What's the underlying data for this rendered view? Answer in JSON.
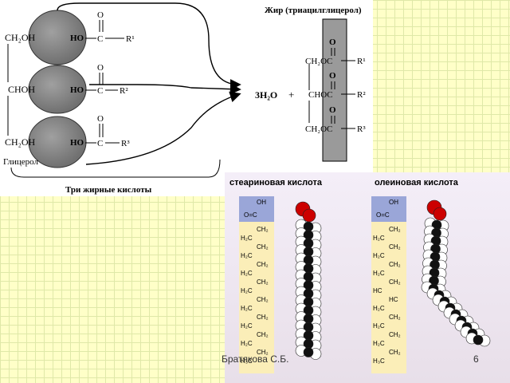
{
  "top": {
    "title_fat": "Жир (триацилглицерол)",
    "label_glycerol": "Глицерол",
    "label_acids": "Три жирные кислоты",
    "glycerol": [
      "CH₂OH",
      "CHOH",
      "CH₂OH"
    ],
    "ho": "HO",
    "o": "O",
    "c": "C",
    "r": [
      "R¹",
      "R²",
      "R³"
    ],
    "water": "3H₂O",
    "plus": "+",
    "ester": [
      "CH₂OC",
      "CHOC",
      "CH₂OC"
    ]
  },
  "bottom": {
    "title_stearic": "стеариновая кислота",
    "title_oleic": "олеиновая кислота",
    "oh": "OH",
    "oc": "O=C",
    "ch2": "CH₂",
    "ch3": "CH₃",
    "h2c": "H₂C",
    "h3c": "H₃C",
    "hc": "HC",
    "dbl": "="
  },
  "footer": {
    "author": "Братякова С.Б.",
    "page": "6"
  },
  "colors": {
    "background": "#ffffc8",
    "oval": "#8a8a8a",
    "molecule_white": "#ffffff",
    "molecule_black": "#111111",
    "oxygen_red": "#cc0000",
    "formula_header": "#9aa6d8",
    "formula_body": "#fbeeb8"
  }
}
